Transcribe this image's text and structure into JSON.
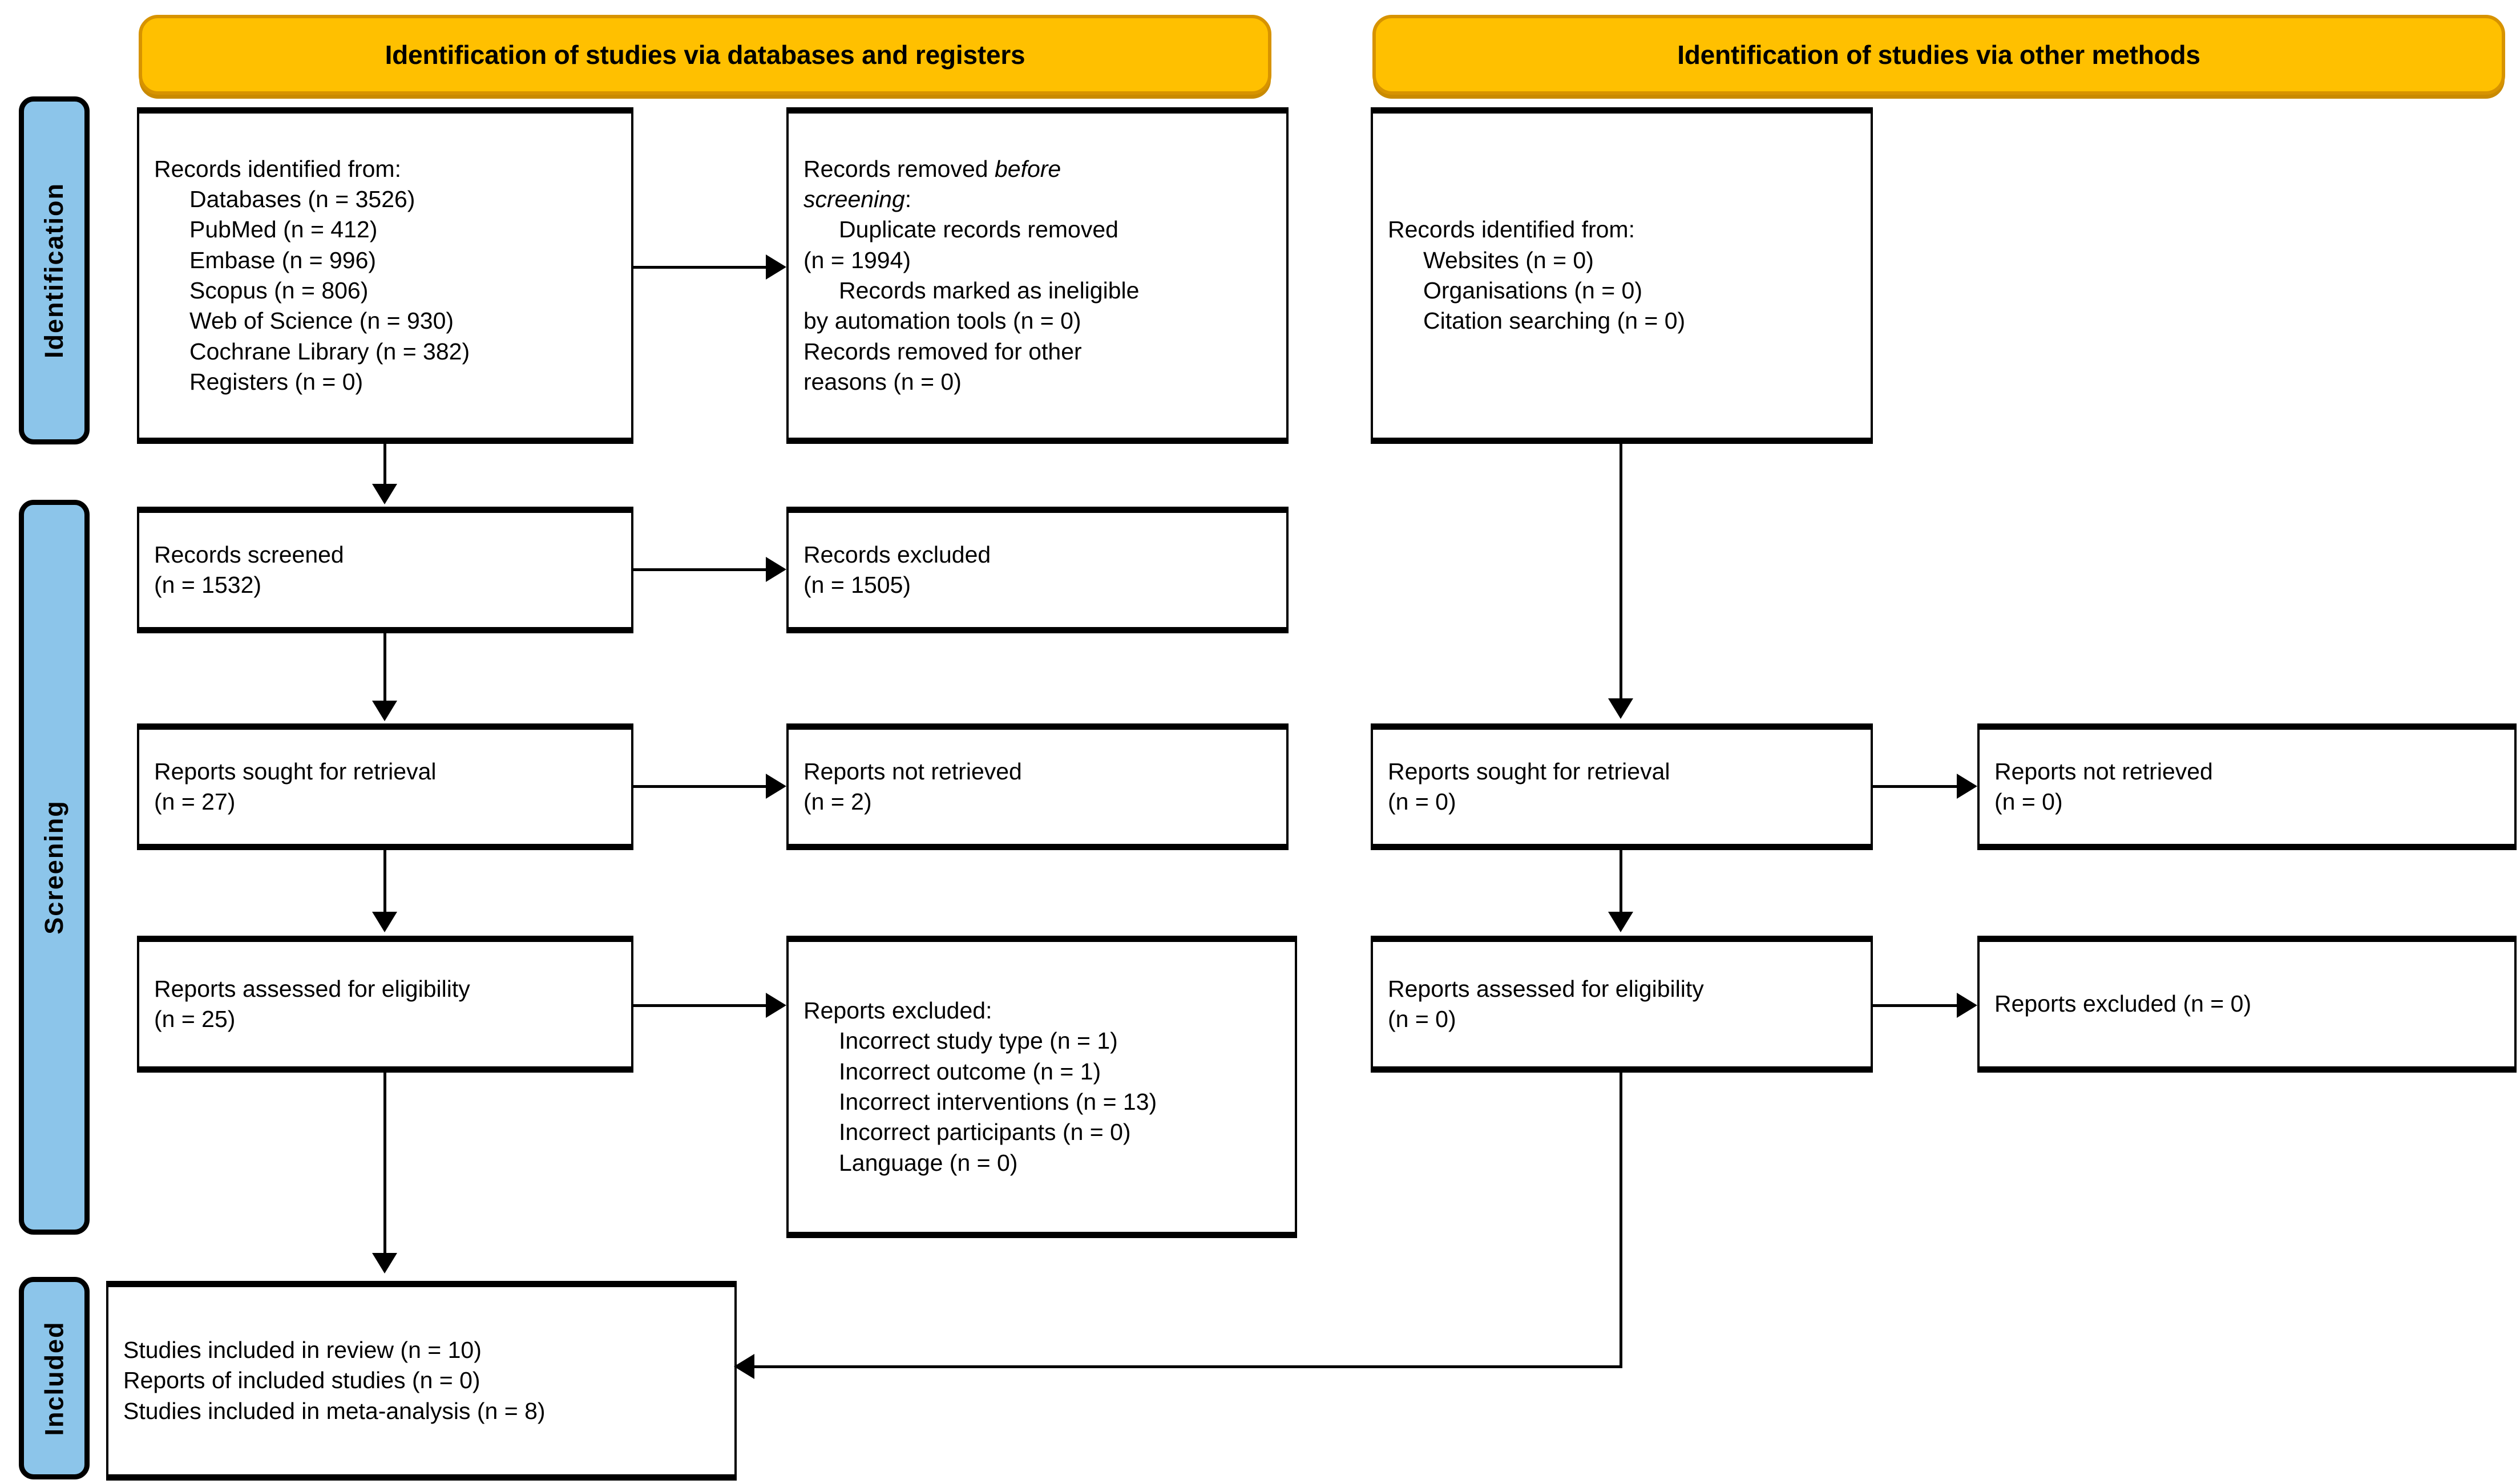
{
  "diagram": {
    "type": "prisma-flow-diagram",
    "title": "PRISMA 2020 flow diagram",
    "colors": {
      "header_fill": "#FFC000",
      "header_border": "#D79300",
      "stage_tab_fill": "#8CC5EA",
      "box_border": "#000000",
      "background": "#FFFFFF"
    }
  },
  "headers": {
    "databases": "Identification of studies via databases and registers",
    "other": "Identification of studies via other methods"
  },
  "stages": {
    "identification": "Identification",
    "screening": "Screening",
    "included": "Included"
  },
  "left_column": {
    "records_identified": {
      "title": "Records identified from:",
      "items": [
        "Databases (n = 3526)",
        "PubMed (n = 412)",
        "Embase (n = 996)",
        "Scopus (n = 806)",
        "Web of Science (n = 930)",
        "Cochrane Library (n = 382)",
        "Registers (n = 0)"
      ]
    },
    "records_removed": {
      "title_a": "Records removed ",
      "title_b": "before",
      "title_c": "screening",
      "title_d": ":",
      "items": [
        "Duplicate records removed",
        "(n = 1994)",
        "Records marked as ineligible",
        "by automation tools (n = 0)",
        "Records removed for other",
        "reasons (n = 0)"
      ]
    },
    "records_screened": {
      "label": "Records screened",
      "count": "(n = 1532)"
    },
    "records_excluded": {
      "label": "Records excluded",
      "count": "(n = 1505)"
    },
    "reports_sought": {
      "label": "Reports sought for retrieval",
      "count": "(n = 27)"
    },
    "reports_not_retrieved": {
      "label": "Reports not retrieved",
      "count": "(n = 2)"
    },
    "reports_assessed": {
      "label": "Reports assessed for eligibility",
      "count": "(n = 25)"
    },
    "reports_excluded": {
      "title": "Reports excluded:",
      "items": [
        "Incorrect study type (n = 1)",
        "Incorrect outcome (n = 1)",
        "Incorrect interventions (n = 13)",
        "Incorrect participants (n = 0)",
        "Language (n = 0)"
      ]
    }
  },
  "right_column": {
    "records_identified": {
      "title": "Records identified from:",
      "items": [
        "Websites (n = 0)",
        "Organisations (n = 0)",
        "Citation searching (n = 0)"
      ]
    },
    "reports_sought": {
      "label": "Reports sought for retrieval",
      "count": "(n = 0)"
    },
    "reports_not_retrieved": {
      "label": "Reports not retrieved",
      "count": "(n = 0)"
    },
    "reports_assessed": {
      "label": "Reports assessed for eligibility",
      "count": "(n = 0)"
    },
    "reports_excluded": {
      "label": "Reports excluded (n = 0)"
    }
  },
  "included_box": {
    "lines": [
      "Studies included in review (n = 10)",
      "Reports of included studies (n = 0)",
      "Studies included in meta-analysis (n = 8)"
    ]
  }
}
